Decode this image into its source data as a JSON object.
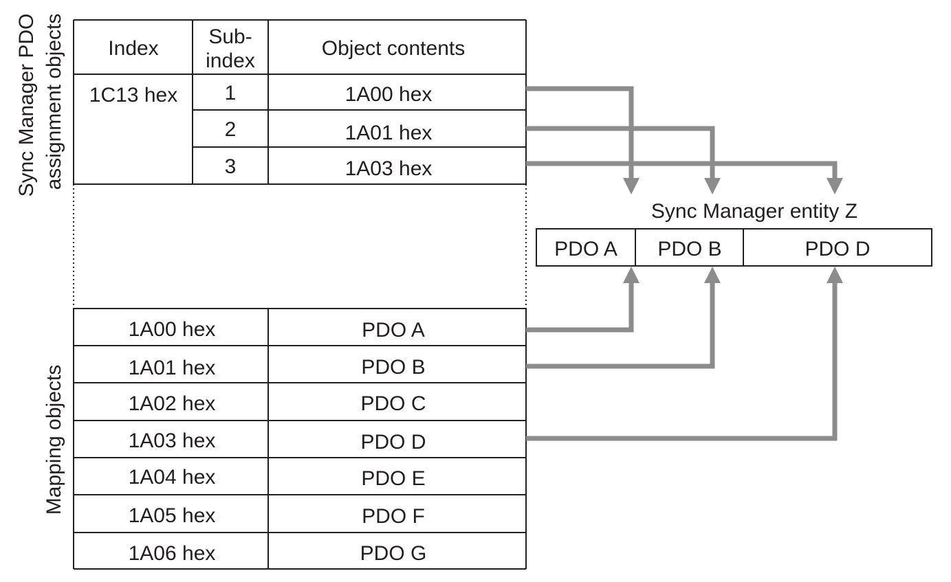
{
  "side_labels": {
    "assignment_line1": "Sync Manager PDO",
    "assignment_line2": "assignment objects",
    "mapping": "Mapping objects"
  },
  "assignment_table": {
    "headers": {
      "index": "Index",
      "subindex_line1": "Sub-",
      "subindex_line2": "index",
      "contents": "Object contents"
    },
    "index_value": "1C13 hex",
    "rows": [
      {
        "subindex": "1",
        "contents": "1A00 hex"
      },
      {
        "subindex": "2",
        "contents": "1A01 hex"
      },
      {
        "subindex": "3",
        "contents": "1A03 hex"
      }
    ]
  },
  "mapping_table": {
    "rows": [
      {
        "index": "1A00 hex",
        "pdo": "PDO A"
      },
      {
        "index": "1A01 hex",
        "pdo": "PDO B"
      },
      {
        "index": "1A02 hex",
        "pdo": "PDO C"
      },
      {
        "index": "1A03 hex",
        "pdo": "PDO D"
      },
      {
        "index": "1A04 hex",
        "pdo": "PDO E"
      },
      {
        "index": "1A05 hex",
        "pdo": "PDO F"
      },
      {
        "index": "1A06 hex",
        "pdo": "PDO G"
      }
    ]
  },
  "sync_manager": {
    "title": "Sync Manager entity Z",
    "slots": [
      "PDO A",
      "PDO B",
      "PDO D"
    ]
  },
  "colors": {
    "line": "#231f20",
    "arrow": "#8c8c8c",
    "background": "#ffffff"
  }
}
